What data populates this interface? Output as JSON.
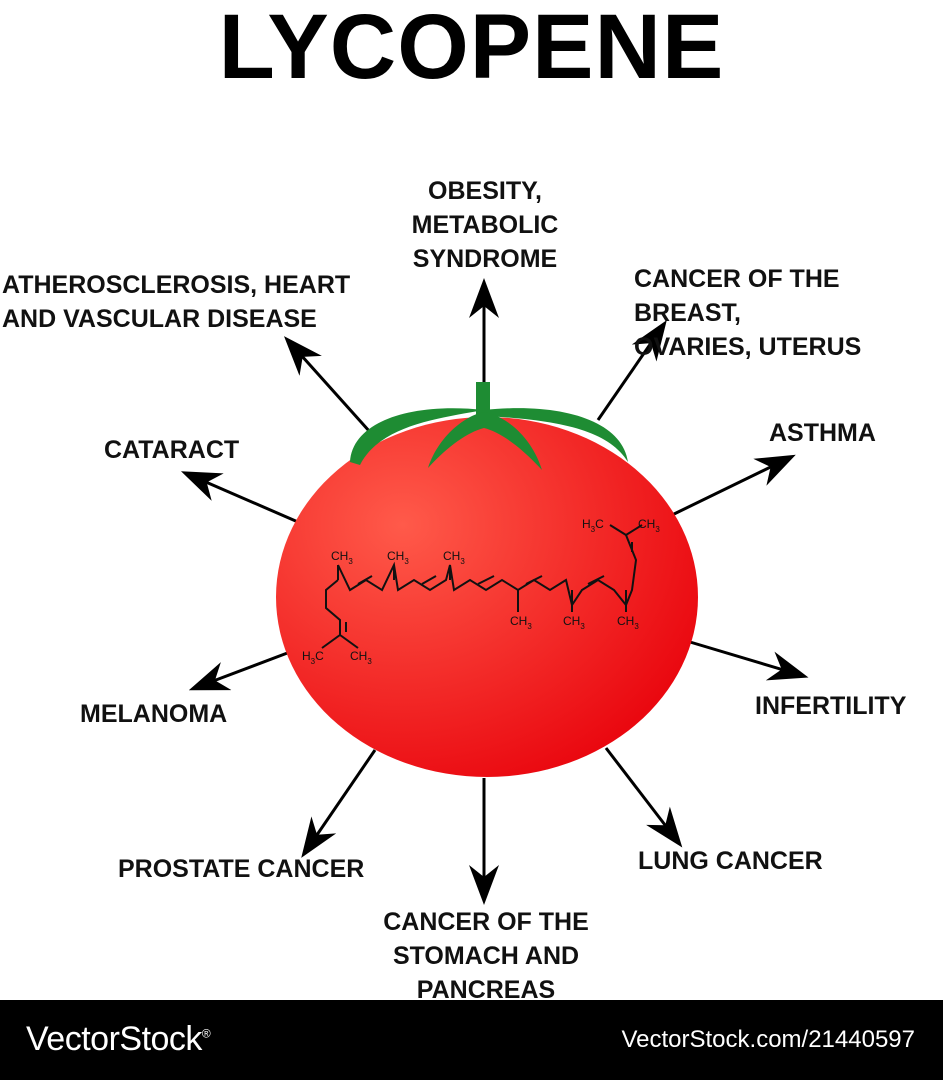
{
  "title": "LYCOPENE",
  "colors": {
    "tomato_light": "#ff5a4a",
    "tomato_dark": "#e8000a",
    "leaf": "#1e8c33",
    "arrow": "#000000",
    "footer_bg": "#000000"
  },
  "labels": {
    "obesity": "OBESITY,\nMETABOLIC\nSYNDROME",
    "atherosclerosis": "ATHEROSCLEROSIS, HEART\nAND VASCULAR DISEASE",
    "breast": "CANCER OF THE BREAST,\nOVARIES, UTERUS",
    "cataract": "CATARACT",
    "asthma": "ASTHMA",
    "melanoma": "MELANOMA",
    "infertility": "INFERTILITY",
    "prostate": "PROSTATE CANCER",
    "lung": "LUNG CANCER",
    "stomach": "CANCER OF THE\nSTOMACH AND\nPANCREAS"
  },
  "molecule": {
    "ch3": "CH",
    "sub3": "3",
    "h3c_h": "H",
    "h3c_c": "C"
  },
  "footer": {
    "brand": "VectorStock",
    "registered": "®",
    "image_id": "VectorStock.com/21440597"
  }
}
